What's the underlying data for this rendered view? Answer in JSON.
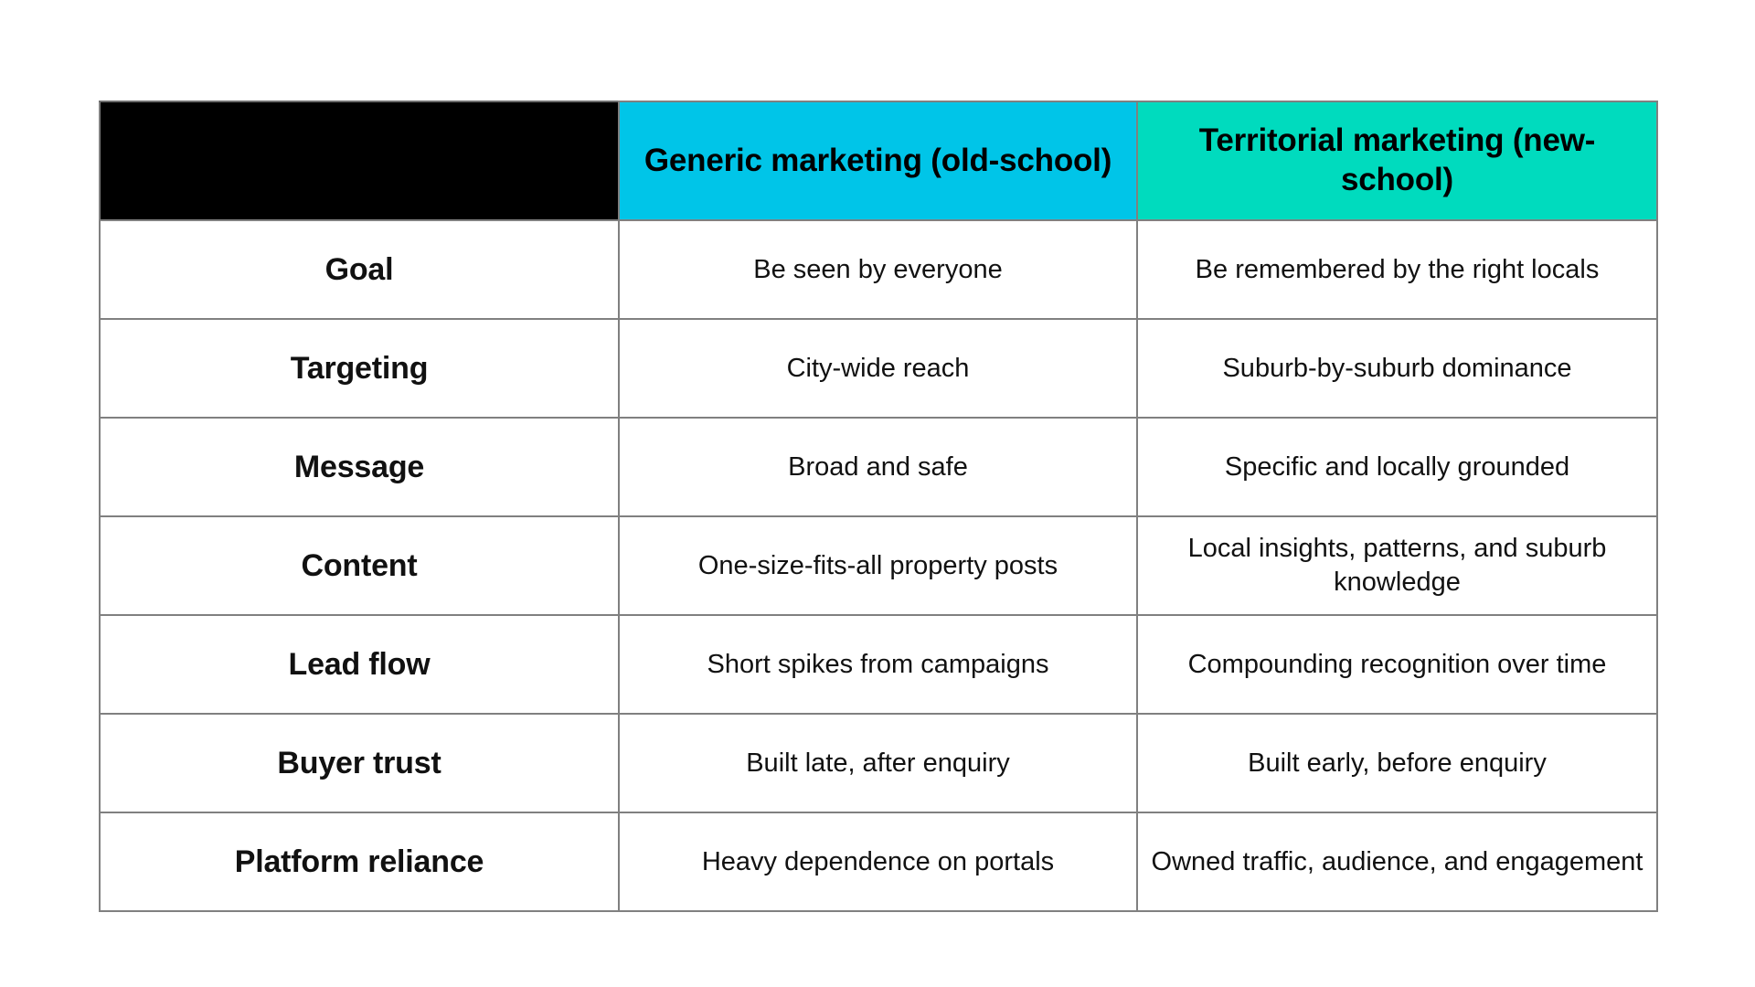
{
  "theme": {
    "background": "#ffffff",
    "header_blank_bg": "#000000",
    "header_col_a_bg": "#00c5e8",
    "header_col_b_bg": "#00dbbe",
    "border_color": "#808080",
    "text_color": "#111111"
  },
  "chart_data": {
    "type": "table",
    "title": "",
    "columns": [
      "",
      "Generic marketing (old-school)",
      "Territorial marketing (new-school)"
    ],
    "rows": [
      {
        "label": "Goal",
        "generic": "Be seen by everyone",
        "territorial": "Be remembered by the right locals"
      },
      {
        "label": "Targeting",
        "generic": "City-wide reach",
        "territorial": "Suburb-by-suburb dominance"
      },
      {
        "label": "Message",
        "generic": "Broad and safe",
        "territorial": "Specific and locally grounded"
      },
      {
        "label": "Content",
        "generic": "One-size-fits-all property posts",
        "territorial": "Local insights, patterns, and suburb knowledge"
      },
      {
        "label": "Lead flow",
        "generic": "Short spikes from campaigns",
        "territorial": "Compounding recognition over time"
      },
      {
        "label": "Buyer trust",
        "generic": "Built late, after enquiry",
        "territorial": "Built early, before enquiry"
      },
      {
        "label": "Platform reliance",
        "generic": "Heavy dependence on portals",
        "territorial": "Owned traffic, audience, and engagement"
      }
    ]
  },
  "table": {
    "header": {
      "blank": "",
      "col_a": "Generic marketing (old-school)",
      "col_b": "Territorial marketing (new-school)"
    },
    "rows": [
      {
        "label": "Goal",
        "generic": "Be seen by everyone",
        "territorial": "Be remembered by the right locals"
      },
      {
        "label": "Targeting",
        "generic": "City-wide reach",
        "territorial": "Suburb-by-suburb dominance"
      },
      {
        "label": "Message",
        "generic": "Broad and safe",
        "territorial": "Specific and locally grounded"
      },
      {
        "label": "Content",
        "generic": "One-size-fits-all property posts",
        "territorial": "Local insights, patterns, and suburb knowledge"
      },
      {
        "label": "Lead flow",
        "generic": "Short spikes from campaigns",
        "territorial": "Compounding recognition over time"
      },
      {
        "label": "Buyer trust",
        "generic": "Built late, after enquiry",
        "territorial": "Built early, before enquiry"
      },
      {
        "label": "Platform reliance",
        "generic": "Heavy dependence on portals",
        "territorial": "Owned traffic, audience, and engagement"
      }
    ]
  }
}
